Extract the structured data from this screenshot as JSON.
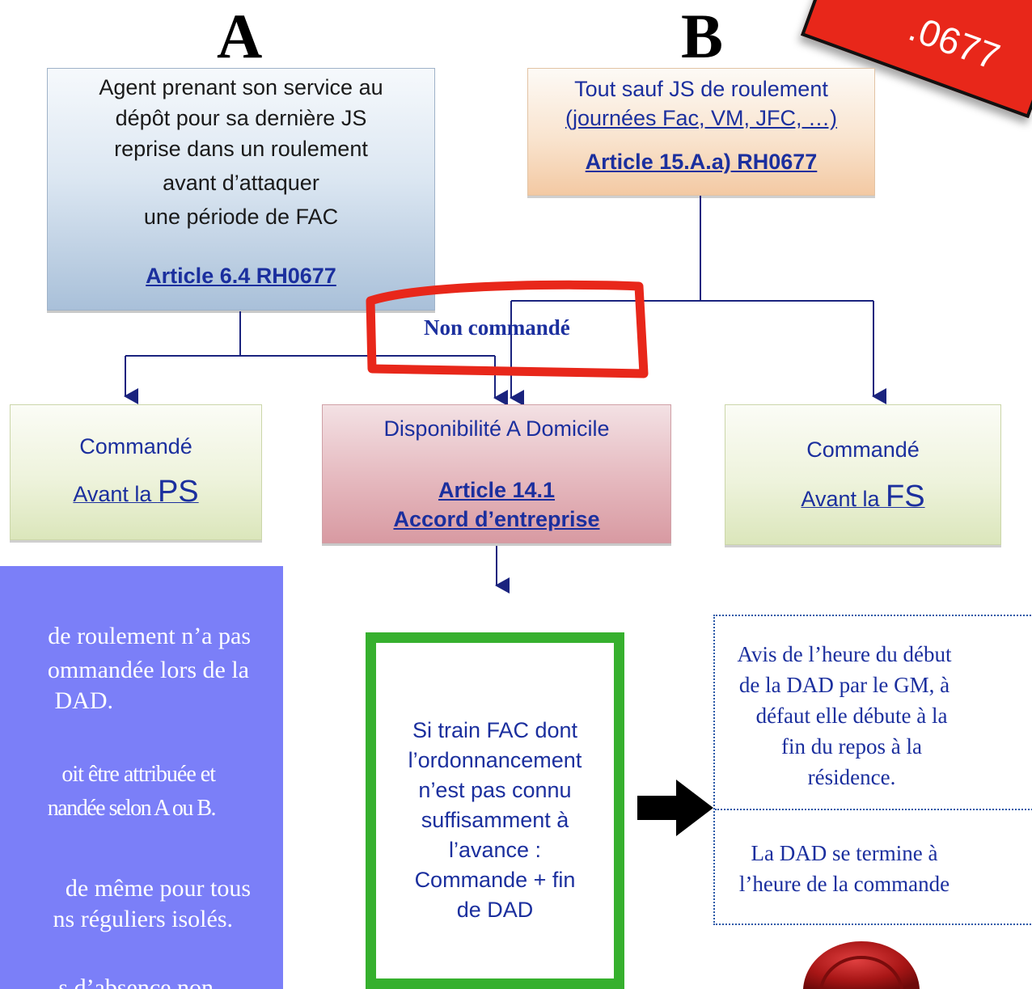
{
  "letters": {
    "a": "A",
    "b": "B"
  },
  "box_a": {
    "lines": [
      "Agent prenant son service au",
      "dépôt pour sa dernière JS",
      "reprise dans un roulement",
      "avant d’attaquer",
      "une période de FAC"
    ],
    "article": "Article 6.4 RH0677"
  },
  "box_b": {
    "line1": "Tout sauf JS de roulement",
    "line2": "(journées  Fac, VM, JFC, …)",
    "article": "Article 15.A.a) RH0677"
  },
  "non_commande": "Non commandé",
  "box_ps": {
    "line1": "Commandé",
    "prefix": "Avant la ",
    "abbr": "PS"
  },
  "box_dad": {
    "title": "Disponibilité A Domicile",
    "article_line1": "Article 14.1 ",
    "article_line2": "Accord d’entreprise"
  },
  "box_fs": {
    "line1": "Commandé",
    "prefix": "Avant la ",
    "abbr": "FS"
  },
  "left_panel": {
    "p1": [
      "de roulement n’a pas",
      "ommandée lors de la",
      "DAD."
    ],
    "p2": [
      "oit être attribuée et",
      "nandée selon A ou B."
    ],
    "p3": [
      "de même pour tous",
      "ns réguliers isolés."
    ],
    "p4": "s d’absence non"
  },
  "green_box": {
    "lines": [
      "Si train FAC dont",
      "l’ordonnancement",
      "n’est pas connu",
      "suffisamment à",
      "l’avance :",
      "Commande + fin",
      "de DAD"
    ]
  },
  "right_note": {
    "top": [
      "Avis de l’heure du début",
      "de la DAD par le GM, à",
      "défaut elle débute à la",
      "fin du repos à la",
      "résidence."
    ],
    "bottom": [
      "La DAD se termine à",
      "l’heure de la commande"
    ]
  },
  "stamp": {
    "text": ".0677"
  },
  "colors": {
    "arrow_line": "#1a237e",
    "highlight_red": "#e8271a",
    "green_border": "#36b02e",
    "panel_purple": "#7b7ff8",
    "dark_blue_text": "#1b2f9e"
  }
}
